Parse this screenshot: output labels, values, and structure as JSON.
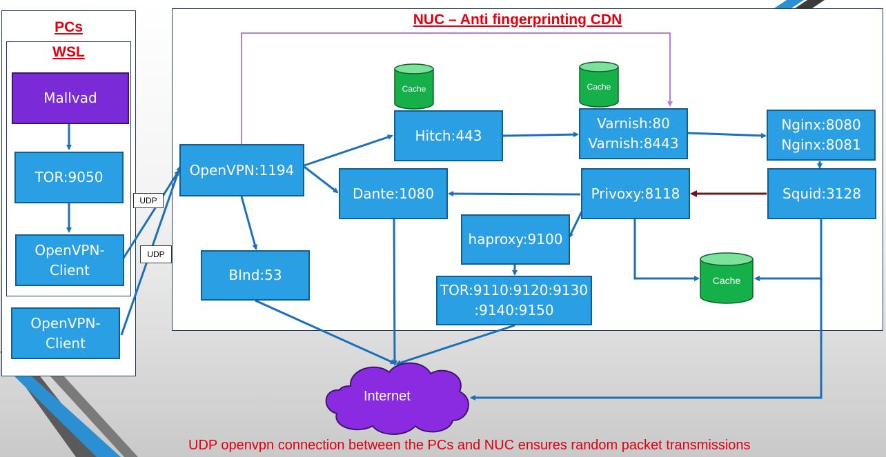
{
  "titles": {
    "pcs": "PCs",
    "wsl": "WSL",
    "nuc": "NUC – Anti fingerprinting CDN"
  },
  "nodes": {
    "mullvad": "Mallvad",
    "tor9050": "TOR:9050",
    "openvpn_client_wsl": [
      "OpenVPN-",
      "Client"
    ],
    "openvpn_client_pc": [
      "OpenVPN-",
      "Client"
    ],
    "openvpn_server": "OpenVPN:1194",
    "hitch": "Hitch:443",
    "varnish": [
      "Varnish:80",
      "Varnish:8443"
    ],
    "nginx": [
      "Nginx:8080",
      "Nginx:8081"
    ],
    "dante": "Dante:1080",
    "privoxy": "Privoxy:8118",
    "squid": "Squid:3128",
    "haproxy": "haproxy:9100",
    "tor_pool": [
      "TOR:9110:9120:9130",
      ":9140:9150"
    ],
    "bind": "BInd:53"
  },
  "udp_labels": [
    "UDP",
    "UDP"
  ],
  "cache_label": "Cache",
  "internet_label": "Internet",
  "caption": "UDP openvpn connection between the PCs and NUC ensures random packet transmissions",
  "colors": {
    "node_fill": "#2a9fe3",
    "mullvad_fill": "#7b2ad8",
    "arrow": "#1b6fb8",
    "feedback_arrow": "#6e1423",
    "bypass_line": "#b27ee0",
    "cache_fill": "#16b04a",
    "cloud_fill": "#8a2be2",
    "title_red": "#e0000f"
  }
}
